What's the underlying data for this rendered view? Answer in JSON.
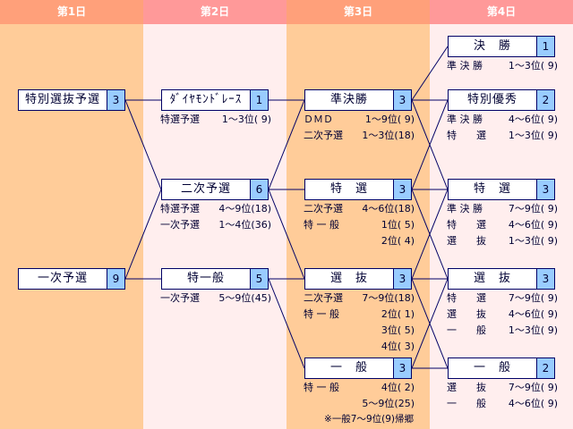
{
  "days": [
    "第1日",
    "第2日",
    "第3日",
    "第4日"
  ],
  "colors": {
    "box_border": "#000066",
    "number_bg": "#99ccff",
    "orange_col": "#ffcc99",
    "pink_col": "#ffeeee"
  },
  "columns": [
    [
      {
        "id": "tokubetsu-senbatsu-yosen",
        "row": 1,
        "name": "特別選抜予選",
        "num": "3",
        "sub": []
      },
      {
        "id": "ichiji-yosen",
        "row": 3,
        "name": "一次予選",
        "num": "9",
        "sub": []
      }
    ],
    [
      {
        "id": "diamond-race",
        "row": 1,
        "name": "ﾀﾞｲﾔﾓﾝﾄﾞﾚｰｽ",
        "num": "1",
        "sub": [
          [
            "特選予選",
            "1～3位( 9)"
          ]
        ]
      },
      {
        "id": "niji-yosen",
        "row": 2,
        "name": "二次予選",
        "num": "6",
        "sub": [
          [
            "特選予選",
            "4～9位(18)"
          ],
          [
            "一次予選",
            "1～4位(36)"
          ]
        ]
      },
      {
        "id": "toku-ippan",
        "row": 3,
        "name": "特一般",
        "num": "5",
        "sub": [
          [
            "一次予選",
            "5～9位(45)"
          ]
        ]
      }
    ],
    [
      {
        "id": "junkessho",
        "row": 1,
        "name": "準決勝",
        "num": "3",
        "sub": [
          [
            "ＤＭＤ",
            "1～9位( 9)"
          ],
          [
            "二次予選",
            "1～3位(18)"
          ]
        ]
      },
      {
        "id": "tokusen",
        "row": 2,
        "name": "特　選",
        "num": "3",
        "sub": [
          [
            "二次予選",
            "4～6位(18)"
          ],
          [
            "特 一 般",
            "1位( 5)"
          ],
          [
            "",
            "2位( 4)"
          ]
        ]
      },
      {
        "id": "senbatsu",
        "row": 3,
        "name": "選　抜",
        "num": "3",
        "sub": [
          [
            "二次予選",
            "7～9位(18)"
          ],
          [
            "特 一 般",
            "2位( 1)"
          ],
          [
            "",
            "3位( 5)"
          ],
          [
            "",
            "4位( 3)"
          ]
        ]
      },
      {
        "id": "ippan",
        "row": 4,
        "name": "一　般",
        "num": "3",
        "sub": [
          [
            "特 一 般",
            "4位( 2)"
          ],
          [
            "",
            "5～9位(25)"
          ]
        ]
      }
    ],
    [
      {
        "id": "kessho",
        "row": 0,
        "name": "決　勝",
        "num": "1",
        "sub": [
          [
            "準 決 勝",
            "1～3位( 9)"
          ]
        ]
      },
      {
        "id": "tokubetsu-yushu",
        "row": 1,
        "name": "特別優秀",
        "num": "2",
        "sub": [
          [
            "準 決 勝",
            "4～6位( 9)"
          ],
          [
            "特　　選",
            "1～3位( 9)"
          ]
        ]
      },
      {
        "id": "tokusen-final",
        "row": 2,
        "name": "特　選",
        "num": "3",
        "sub": [
          [
            "準 決 勝",
            "7～9位( 9)"
          ],
          [
            "特　　選",
            "4～6位( 9)"
          ],
          [
            "選　　抜",
            "1～3位( 9)"
          ]
        ]
      },
      {
        "id": "senbatsu-final",
        "row": 3,
        "name": "選　抜",
        "num": "3",
        "sub": [
          [
            "特　　選",
            "7～9位( 9)"
          ],
          [
            "選　　抜",
            "4～6位( 9)"
          ],
          [
            "一　　般",
            "1～3位( 9)"
          ]
        ]
      },
      {
        "id": "ippan-final",
        "row": 4,
        "name": "一　般",
        "num": "2",
        "sub": [
          [
            "選　　抜",
            "7～9位( 9)"
          ],
          [
            "一　　般",
            "4～6位( 9)"
          ]
        ]
      }
    ]
  ],
  "links": [
    [
      0,
      1,
      1,
      1
    ],
    [
      0,
      1,
      1,
      2
    ],
    [
      0,
      3,
      1,
      2
    ],
    [
      0,
      3,
      1,
      3
    ],
    [
      1,
      1,
      2,
      1
    ],
    [
      1,
      2,
      2,
      1
    ],
    [
      1,
      2,
      2,
      2
    ],
    [
      1,
      2,
      2,
      3
    ],
    [
      1,
      3,
      2,
      3
    ],
    [
      1,
      3,
      2,
      4
    ],
    [
      2,
      1,
      3,
      0
    ],
    [
      2,
      1,
      3,
      1
    ],
    [
      2,
      1,
      3,
      2
    ],
    [
      2,
      2,
      3,
      1
    ],
    [
      2,
      2,
      3,
      2
    ],
    [
      2,
      2,
      3,
      3
    ],
    [
      2,
      3,
      3,
      2
    ],
    [
      2,
      3,
      3,
      3
    ],
    [
      2,
      3,
      3,
      4
    ],
    [
      2,
      4,
      3,
      3
    ],
    [
      2,
      4,
      3,
      4
    ]
  ],
  "note": "※一般7～9位(9)帰郷"
}
